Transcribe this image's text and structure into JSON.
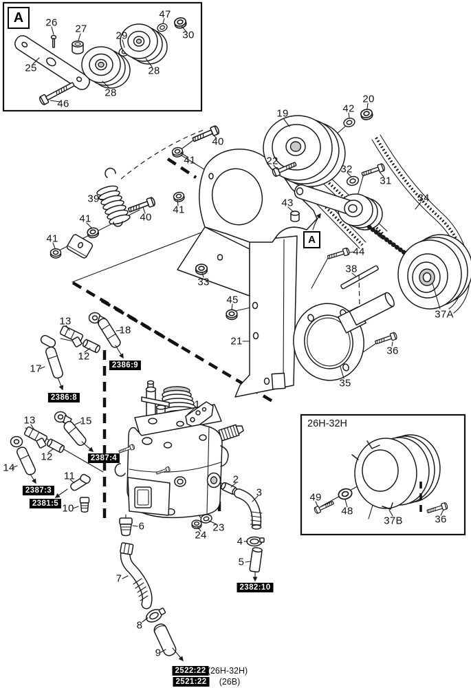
{
  "diagram_type": "exploded-parts-diagram",
  "markers": {
    "inset": {
      "label": "A"
    },
    "detail": {
      "label": "A"
    }
  },
  "inset_title": "26H-32H",
  "part_labels": [
    {
      "text": "26"
    },
    {
      "text": "27"
    },
    {
      "text": "47"
    },
    {
      "text": "30"
    },
    {
      "text": "29"
    },
    {
      "text": "28"
    },
    {
      "text": "25"
    },
    {
      "text": "28"
    },
    {
      "text": "46"
    },
    {
      "text": "40"
    },
    {
      "text": "41"
    },
    {
      "text": "19"
    },
    {
      "text": "42"
    },
    {
      "text": "20"
    },
    {
      "text": "22"
    },
    {
      "text": "32"
    },
    {
      "text": "31"
    },
    {
      "text": "34"
    },
    {
      "text": "43"
    },
    {
      "text": "44"
    },
    {
      "text": "38"
    },
    {
      "text": "37A"
    },
    {
      "text": "39"
    },
    {
      "text": "40"
    },
    {
      "text": "41"
    },
    {
      "text": "41"
    },
    {
      "text": "41"
    },
    {
      "text": "33"
    },
    {
      "text": "45"
    },
    {
      "text": "21"
    },
    {
      "text": "35"
    },
    {
      "text": "36"
    },
    {
      "text": "13"
    },
    {
      "text": "18"
    },
    {
      "text": "12"
    },
    {
      "text": "17"
    },
    {
      "text": "13"
    },
    {
      "text": "15"
    },
    {
      "text": "12"
    },
    {
      "text": "14"
    },
    {
      "text": "11"
    },
    {
      "text": "10"
    },
    {
      "text": "1"
    },
    {
      "text": "2"
    },
    {
      "text": "3"
    },
    {
      "text": "23"
    },
    {
      "text": "24"
    },
    {
      "text": "4"
    },
    {
      "text": "5"
    },
    {
      "text": "6"
    },
    {
      "text": "7"
    },
    {
      "text": "8"
    },
    {
      "text": "9"
    },
    {
      "text": "49"
    },
    {
      "text": "48"
    },
    {
      "text": "37B"
    },
    {
      "text": "36"
    }
  ],
  "ref_labels": [
    {
      "text": "2386:9"
    },
    {
      "text": "2386:8"
    },
    {
      "text": "2387:4"
    },
    {
      "text": "2387:3"
    },
    {
      "text": "2381:5"
    },
    {
      "text": "2382:10"
    },
    {
      "text": "2522:22",
      "suffix": "(26H-32H)"
    },
    {
      "text": "2521:22",
      "suffix": "(26B)"
    }
  ],
  "colors": {
    "line": "#1a1a1a",
    "background": "#ffffff",
    "ref_box_bg": "#000000",
    "ref_box_text": "#ffffff"
  }
}
